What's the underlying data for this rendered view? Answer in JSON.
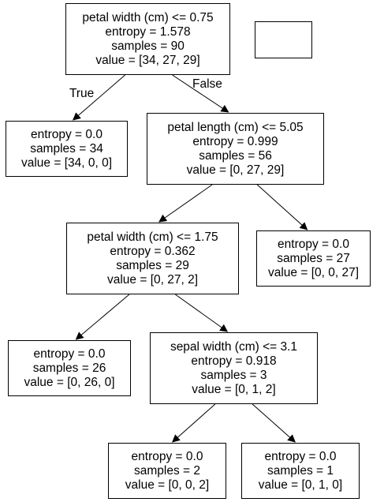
{
  "nodes": {
    "root": {
      "lines": [
        "petal width (cm) <= 0.75",
        "entropy = 1.578",
        "samples = 90",
        "value = [34, 27, 29]"
      ]
    },
    "n1": {
      "lines": [
        "entropy = 0.0",
        "samples = 34",
        "value = [34, 0, 0]"
      ]
    },
    "n2": {
      "lines": [
        "petal length (cm) <= 5.05",
        "entropy = 0.999",
        "samples = 56",
        "value = [0, 27, 29]"
      ]
    },
    "n3": {
      "lines": [
        "petal width (cm) <= 1.75",
        "entropy = 0.362",
        "samples = 29",
        "value = [0, 27, 2]"
      ]
    },
    "n4": {
      "lines": [
        "entropy = 0.0",
        "samples = 27",
        "value = [0, 0, 27]"
      ]
    },
    "n5": {
      "lines": [
        "entropy = 0.0",
        "samples = 26",
        "value = [0, 26, 0]"
      ]
    },
    "n6": {
      "lines": [
        "sepal width (cm) <= 3.1",
        "entropy = 0.918",
        "samples = 3",
        "value = [0, 1, 2]"
      ]
    },
    "n7": {
      "lines": [
        "entropy = 0.0",
        "samples = 2",
        "value = [0, 0, 2]"
      ]
    },
    "n8": {
      "lines": [
        "entropy = 0.0",
        "samples = 1",
        "value = [0, 1, 0]"
      ]
    }
  },
  "edge_labels": {
    "true": "True",
    "false": "False"
  },
  "edges": [
    [
      "root",
      "n1"
    ],
    [
      "root",
      "n2"
    ],
    [
      "n2",
      "n3"
    ],
    [
      "n2",
      "n4"
    ],
    [
      "n3",
      "n5"
    ],
    [
      "n3",
      "n6"
    ],
    [
      "n6",
      "n7"
    ],
    [
      "n6",
      "n8"
    ]
  ]
}
